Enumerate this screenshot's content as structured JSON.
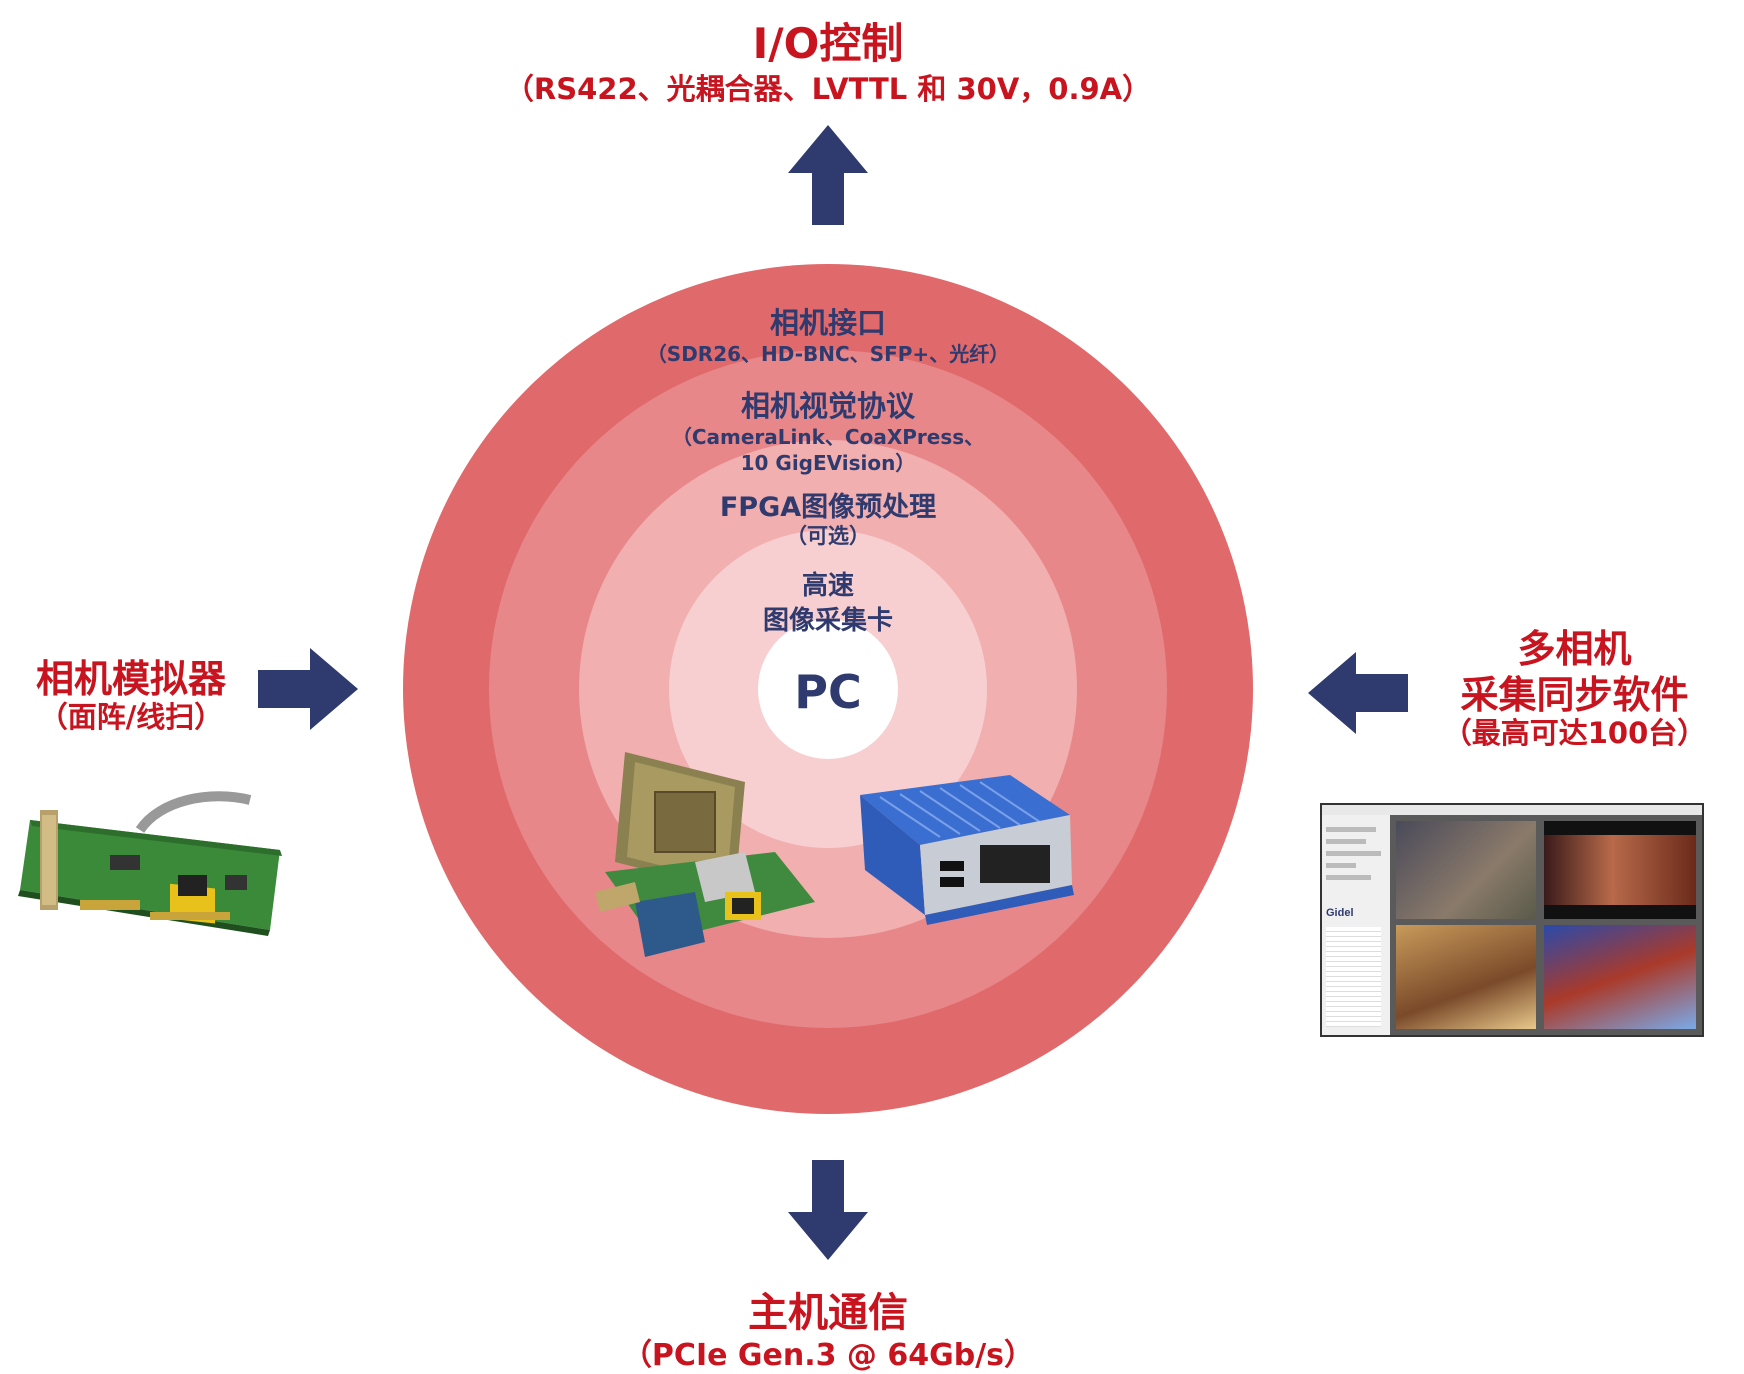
{
  "top": {
    "title": "I/O控制",
    "subtitle": "（RS422、光耦合器、LVTTL 和 30V，0.9A）"
  },
  "left": {
    "title": "相机模拟器",
    "subtitle": "（面阵/线扫）"
  },
  "right": {
    "line1": "多相机",
    "line2": "采集同步软件",
    "line3": "（最高可达100台）"
  },
  "bottom": {
    "title": "主机通信",
    "subtitle": "（PCIe Gen.3 @ 64Gb/s）"
  },
  "rings": {
    "ring1_title": "相机接口",
    "ring1_sub": "（SDR26、HD-BNC、SFP+、光纤）",
    "ring2_title": "相机视觉协议",
    "ring2_sub1": "（CameraLink、CoaXPress、",
    "ring2_sub2": "10 GigEVision）",
    "ring3_title": "FPGA图像预处理",
    "ring3_sub": "（可选）",
    "ring4_line1": "高速",
    "ring4_line2": "图像采集卡",
    "core": "PC"
  },
  "software": {
    "logo": "Gidel"
  },
  "colors": {
    "accent_red": "#c8141e",
    "navy": "#2f3a6e",
    "ring_outer": "#e0696b",
    "ring_2": "#e88789",
    "ring_3": "#f1afb0",
    "ring_4": "#f8cfd0"
  }
}
